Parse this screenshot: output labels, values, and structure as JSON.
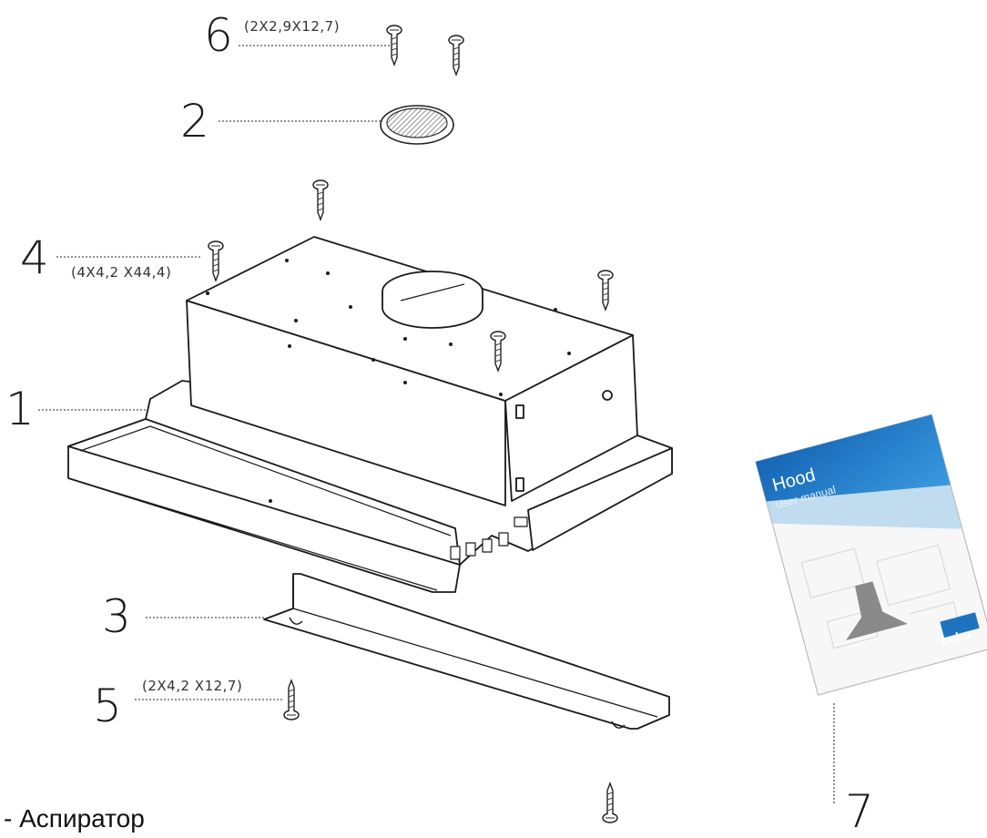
{
  "callouts": {
    "c1": "1",
    "c2": "2",
    "c3": "3",
    "c4": "4",
    "c5": "5",
    "c6": "6",
    "c7": "7"
  },
  "dimensions": {
    "d4": "(4X4,2 X44,4)",
    "d5": "(2X4,2 X12,7)",
    "d6": "(2X2,9X12,7)"
  },
  "manual": {
    "title": "Hood",
    "subtitle": "User manual",
    "brand": "beko",
    "accent_color": "#1e73be"
  },
  "legend": {
    "item1": "- Аспиратор"
  }
}
